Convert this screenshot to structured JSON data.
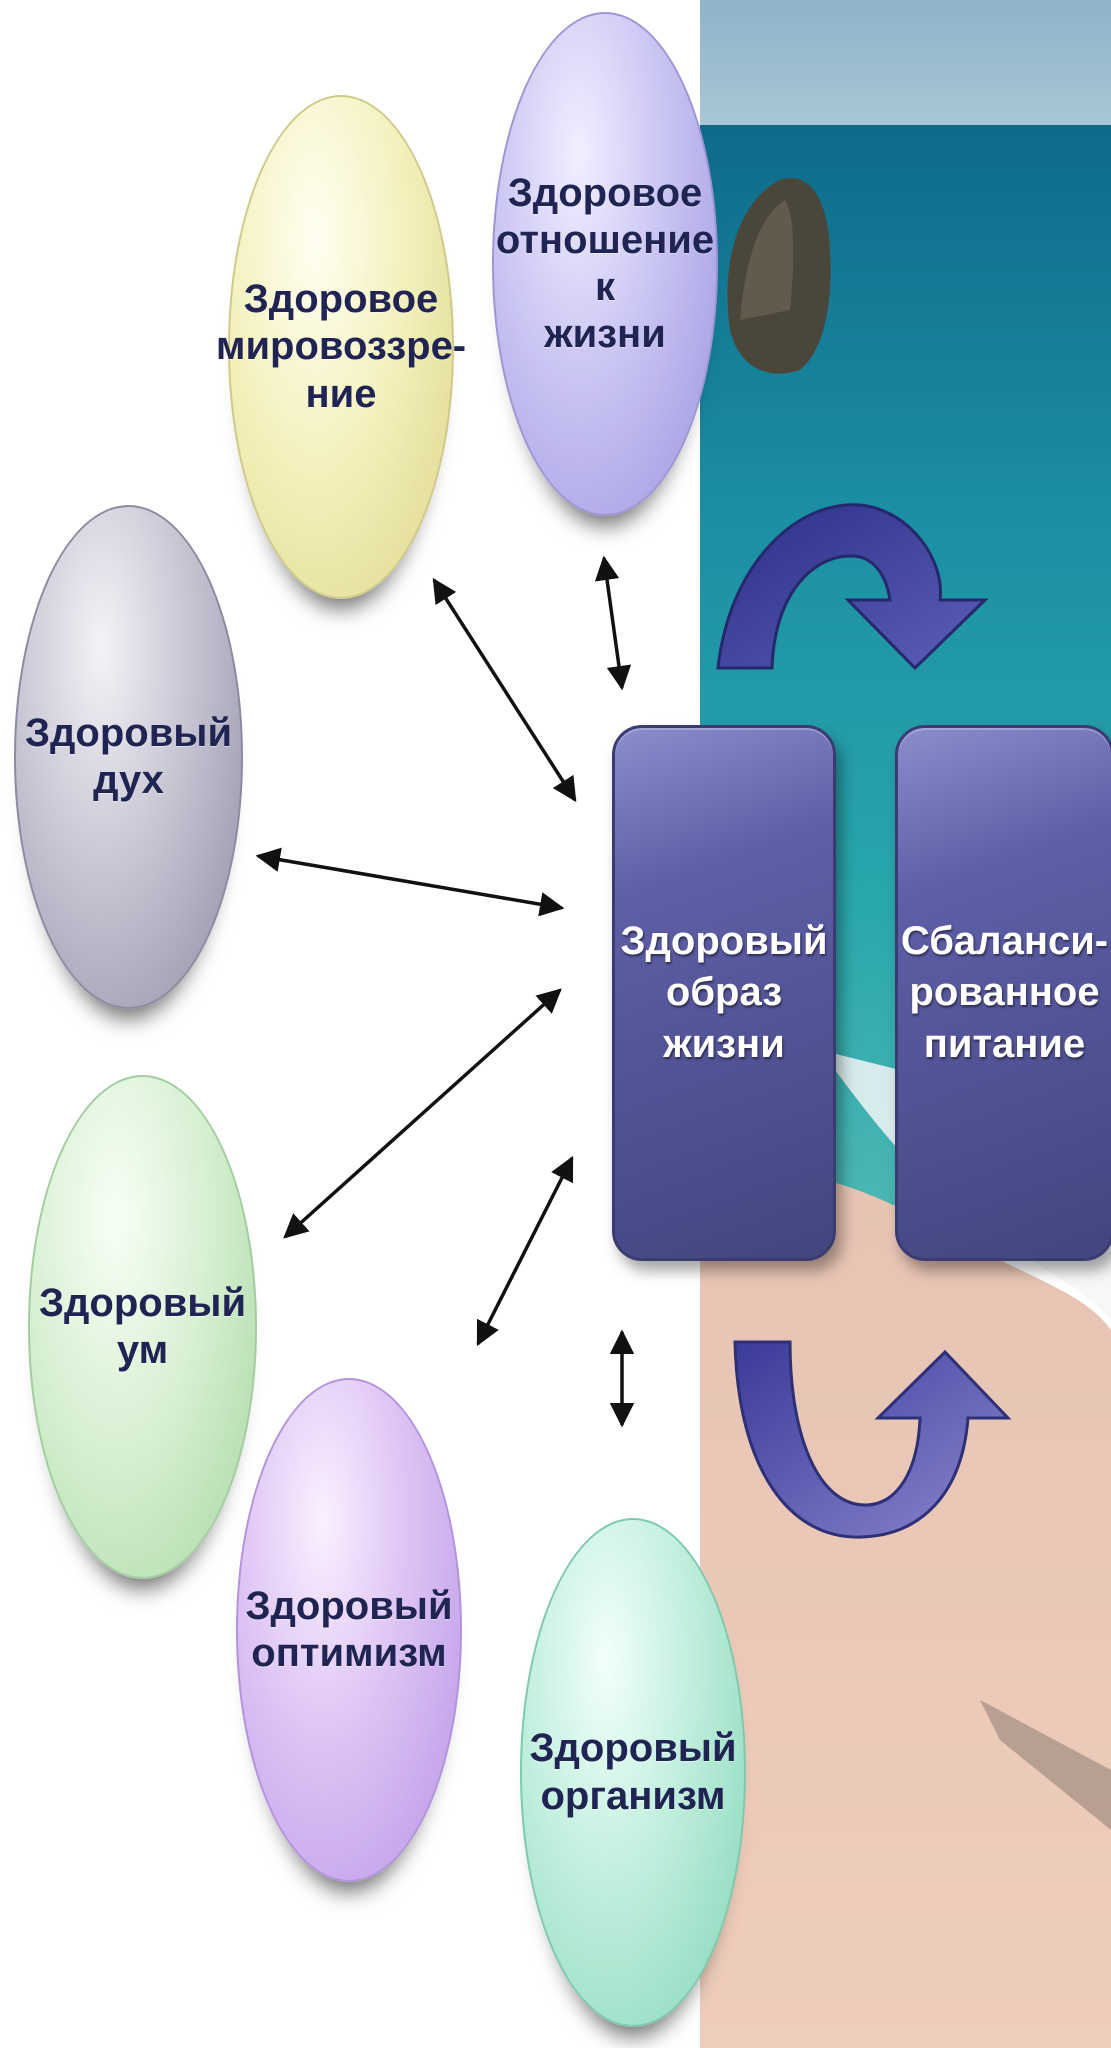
{
  "nodes": {
    "worldview": "Здоровое\nмировоззре-\nние",
    "attitude": "Здоровое\nотношение к\nжизни",
    "spirit": "Здоровый\nдух",
    "mind": "Здоровый\nум",
    "optimism": "Здоровый\nоптимизм",
    "organism": "Здоровый\nорганизм"
  },
  "blocks": {
    "lifestyle": "Здоровый\nобраз\nжизни",
    "nutrition": "Сбаланси-\nрованное\nпитание"
  },
  "colors": {
    "text_dark": "#1f2453",
    "block_fill": "#4a4c8c",
    "cycle_arrow": "#3b3f8f"
  }
}
